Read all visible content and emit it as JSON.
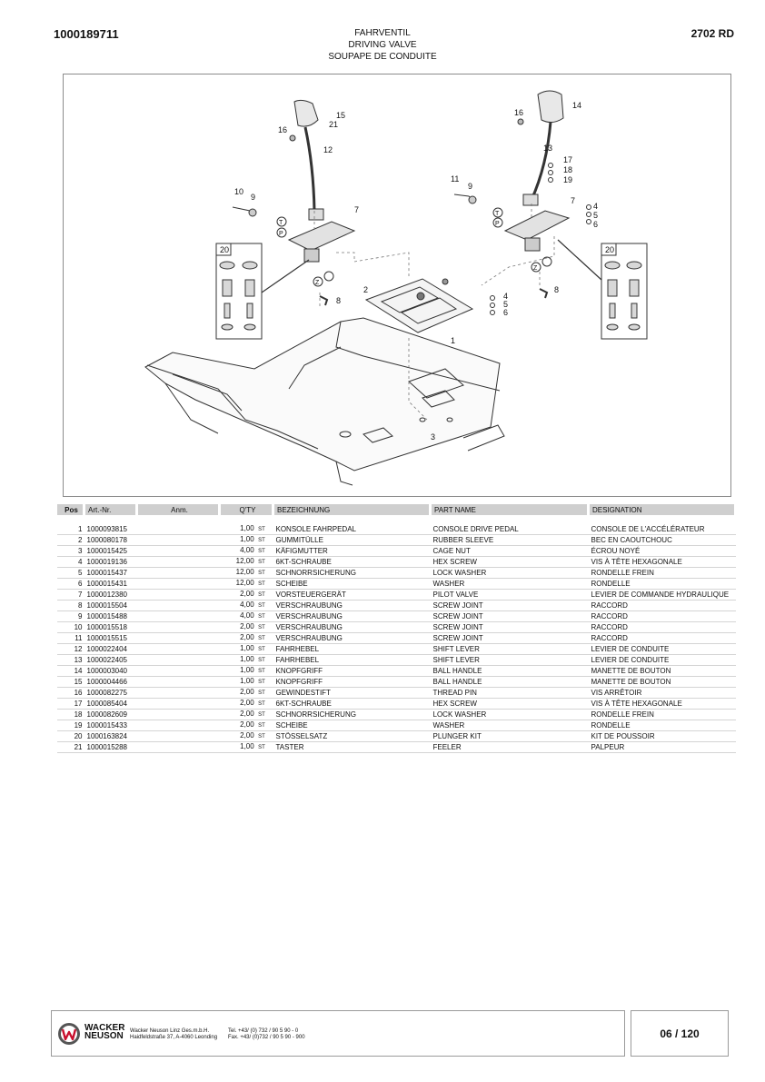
{
  "header": {
    "doc_number": "1000189711",
    "model": "2702 RD",
    "title_de": "FAHRVENTIL",
    "title_en": "DRIVING VALVE",
    "title_fr": "SOUPAPE DE CONDUITE"
  },
  "drawing": {
    "callouts": [
      "1",
      "2",
      "3",
      "4",
      "5",
      "6",
      "7",
      "8",
      "9",
      "10",
      "11",
      "12",
      "13",
      "14",
      "15",
      "16",
      "17",
      "18",
      "19",
      "20",
      "21",
      "T",
      "P",
      "Z"
    ]
  },
  "table": {
    "headers": {
      "pos": "Pos",
      "art": "Art.-Nr.",
      "anm": "Anm.",
      "qty": "Q'TY",
      "de": "BEZEICHNUNG",
      "en": "PART NAME",
      "fr": "DESIGNATION"
    },
    "unit": "ST",
    "rows": [
      {
        "pos": "1",
        "art": "1000093815",
        "qty": "1,00",
        "de": "KONSOLE FAHRPEDAL",
        "en": "CONSOLE DRIVE PEDAL",
        "fr": "CONSOLE DE L'ACCÉLÉRATEUR"
      },
      {
        "pos": "2",
        "art": "1000080178",
        "qty": "1,00",
        "de": "GUMMITÜLLE",
        "en": "RUBBER SLEEVE",
        "fr": "BEC EN CAOUTCHOUC"
      },
      {
        "pos": "3",
        "art": "1000015425",
        "qty": "4,00",
        "de": "KÄFIGMUTTER",
        "en": "CAGE NUT",
        "fr": "ÉCROU NOYÉ"
      },
      {
        "pos": "4",
        "art": "1000019136",
        "qty": "12,00",
        "de": "6KT-SCHRAUBE",
        "en": "HEX SCREW",
        "fr": "VIS À TÊTE HEXAGONALE"
      },
      {
        "pos": "5",
        "art": "1000015437",
        "qty": "12,00",
        "de": "SCHNORRSICHERUNG",
        "en": "LOCK WASHER",
        "fr": "RONDELLE FREIN"
      },
      {
        "pos": "6",
        "art": "1000015431",
        "qty": "12,00",
        "de": "SCHEIBE",
        "en": "WASHER",
        "fr": "RONDELLE"
      },
      {
        "pos": "7",
        "art": "1000012380",
        "qty": "2,00",
        "de": "VORSTEUERGERÄT",
        "en": "PILOT VALVE",
        "fr": "LEVIER DE COMMANDE HYDRAULIQUE"
      },
      {
        "pos": "8",
        "art": "1000015504",
        "qty": "4,00",
        "de": "VERSCHRAUBUNG",
        "en": "SCREW JOINT",
        "fr": "RACCORD"
      },
      {
        "pos": "9",
        "art": "1000015488",
        "qty": "4,00",
        "de": "VERSCHRAUBUNG",
        "en": "SCREW JOINT",
        "fr": "RACCORD"
      },
      {
        "pos": "10",
        "art": "1000015518",
        "qty": "2,00",
        "de": "VERSCHRAUBUNG",
        "en": "SCREW JOINT",
        "fr": "RACCORD"
      },
      {
        "pos": "11",
        "art": "1000015515",
        "qty": "2,00",
        "de": "VERSCHRAUBUNG",
        "en": "SCREW JOINT",
        "fr": "RACCORD"
      },
      {
        "pos": "12",
        "art": "1000022404",
        "qty": "1,00",
        "de": "FAHRHEBEL",
        "en": "SHIFT LEVER",
        "fr": "LEVIER DE CONDUITE"
      },
      {
        "pos": "13",
        "art": "1000022405",
        "qty": "1,00",
        "de": "FAHRHEBEL",
        "en": "SHIFT LEVER",
        "fr": "LEVIER DE CONDUITE"
      },
      {
        "pos": "14",
        "art": "1000003040",
        "qty": "1,00",
        "de": "KNOPFGRIFF",
        "en": "BALL HANDLE",
        "fr": "MANETTE DE BOUTON"
      },
      {
        "pos": "15",
        "art": "1000004466",
        "qty": "1,00",
        "de": "KNOPFGRIFF",
        "en": "BALL HANDLE",
        "fr": "MANETTE DE BOUTON"
      },
      {
        "pos": "16",
        "art": "1000082275",
        "qty": "2,00",
        "de": "GEWINDESTIFT",
        "en": "THREAD PIN",
        "fr": "VIS ARRÊTOIR"
      },
      {
        "pos": "17",
        "art": "1000085404",
        "qty": "2,00",
        "de": "6KT-SCHRAUBE",
        "en": "HEX SCREW",
        "fr": "VIS À TÊTE HEXAGONALE"
      },
      {
        "pos": "18",
        "art": "1000082609",
        "qty": "2,00",
        "de": "SCHNORRSICHERUNG",
        "en": "LOCK WASHER",
        "fr": "RONDELLE FREIN"
      },
      {
        "pos": "19",
        "art": "1000015433",
        "qty": "2,00",
        "de": "SCHEIBE",
        "en": "WASHER",
        "fr": "RONDELLE"
      },
      {
        "pos": "20",
        "art": "1000163824",
        "qty": "2,00",
        "de": "STÖSSELSATZ",
        "en": "PLUNGER KIT",
        "fr": "KIT DE POUSSOIR"
      },
      {
        "pos": "21",
        "art": "1000015288",
        "qty": "1,00",
        "de": "TASTER",
        "en": "FEELER",
        "fr": "PALPEUR"
      }
    ]
  },
  "footer": {
    "brand_line1": "WACKER",
    "brand_line2": "NEUSON",
    "company": "Wacker Neuson Linz Ges.m.b.H.",
    "address": "Haidfeldstraße 37, A-4060 Leonding",
    "tel": "Tel. +43/ (0) 732 / 90 5 90 - 0",
    "fax": "Fax. +43/ (0)732 / 90 5 90 - 900",
    "page": "06 / 120"
  }
}
